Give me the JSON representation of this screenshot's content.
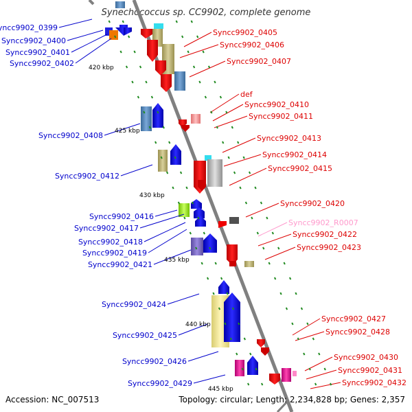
{
  "title": "Synechococcus sp. CC9902, complete genome",
  "footer": {
    "accession": "Accession: NC_007513",
    "summary": "Topology: circular; Length: 2,234,828 bp; Genes: 2,357"
  },
  "colors": {
    "left_label": "#0000cc",
    "right_label": "#dd0000",
    "rna_label": "#ff99cc",
    "backbone": "#808080",
    "tick": "#228b22"
  },
  "scale_labels": [
    "420 kbp",
    "425 kbp",
    "430 kbp",
    "435 kbp",
    "440 kbp",
    "445 kbp"
  ],
  "left_labels": [
    "Syncc9902_0399",
    "Syncc9902_0400",
    "Syncc9902_0401",
    "Syncc9902_0402",
    "Syncc9902_0408",
    "Syncc9902_0412",
    "Syncc9902_0416",
    "Syncc9902_0417",
    "Syncc9902_0418",
    "Syncc9902_0419",
    "Syncc9902_0421",
    "Syncc9902_0424",
    "Syncc9902_0425",
    "Syncc9902_0426",
    "Syncc9902_0429"
  ],
  "right_labels": [
    "Syncc9902_0405",
    "Syncc9902_0406",
    "Syncc9902_0407",
    "def",
    "Syncc9902_0410",
    "Syncc9902_0411",
    "Syncc9902_0413",
    "Syncc9902_0414",
    "Syncc9902_0415",
    "Syncc9902_0420",
    "Syncc9902_R0007",
    "Syncc9902_0422",
    "Syncc9902_0423",
    "Syncc9902_0427",
    "Syncc9902_0428",
    "Syncc9902_0430",
    "Syncc9902_0431",
    "Syncc9902_0432"
  ]
}
